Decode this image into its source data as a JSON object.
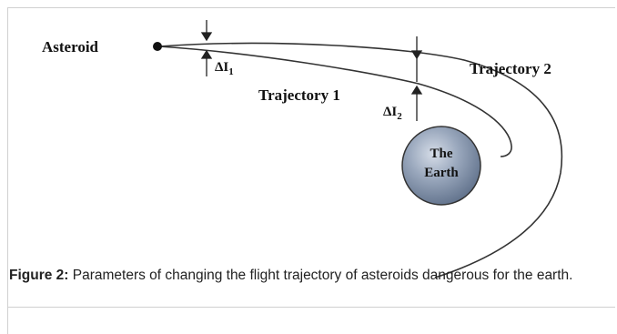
{
  "diagram": {
    "asteroid_label": "Asteroid",
    "delta_l1": "ΔI",
    "delta_l1_sub": "1",
    "delta_l2": "ΔI",
    "delta_l2_sub": "2",
    "trajectory1_label": "Trajectory 1",
    "trajectory2_label": "Trajectory 2",
    "earth_label_line1": "The",
    "earth_label_line2": "Earth"
  },
  "caption": {
    "figure_label": "Figure 2:",
    "text": " Parameters of changing the flight trajectory of asteroids dangerous for the earth."
  }
}
